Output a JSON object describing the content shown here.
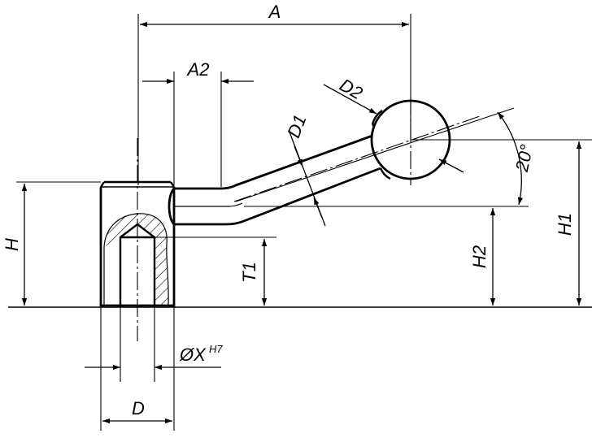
{
  "labels": {
    "A": "A",
    "A2": "A2",
    "D1": "D1",
    "D2": "D2",
    "angle": "20°",
    "H": "H",
    "H1": "H1",
    "H2": "H2",
    "T1": "T1",
    "X": "ØX",
    "X_tol": "H7",
    "D": "D"
  },
  "colors": {
    "line": "#000000",
    "background": "#ffffff"
  }
}
